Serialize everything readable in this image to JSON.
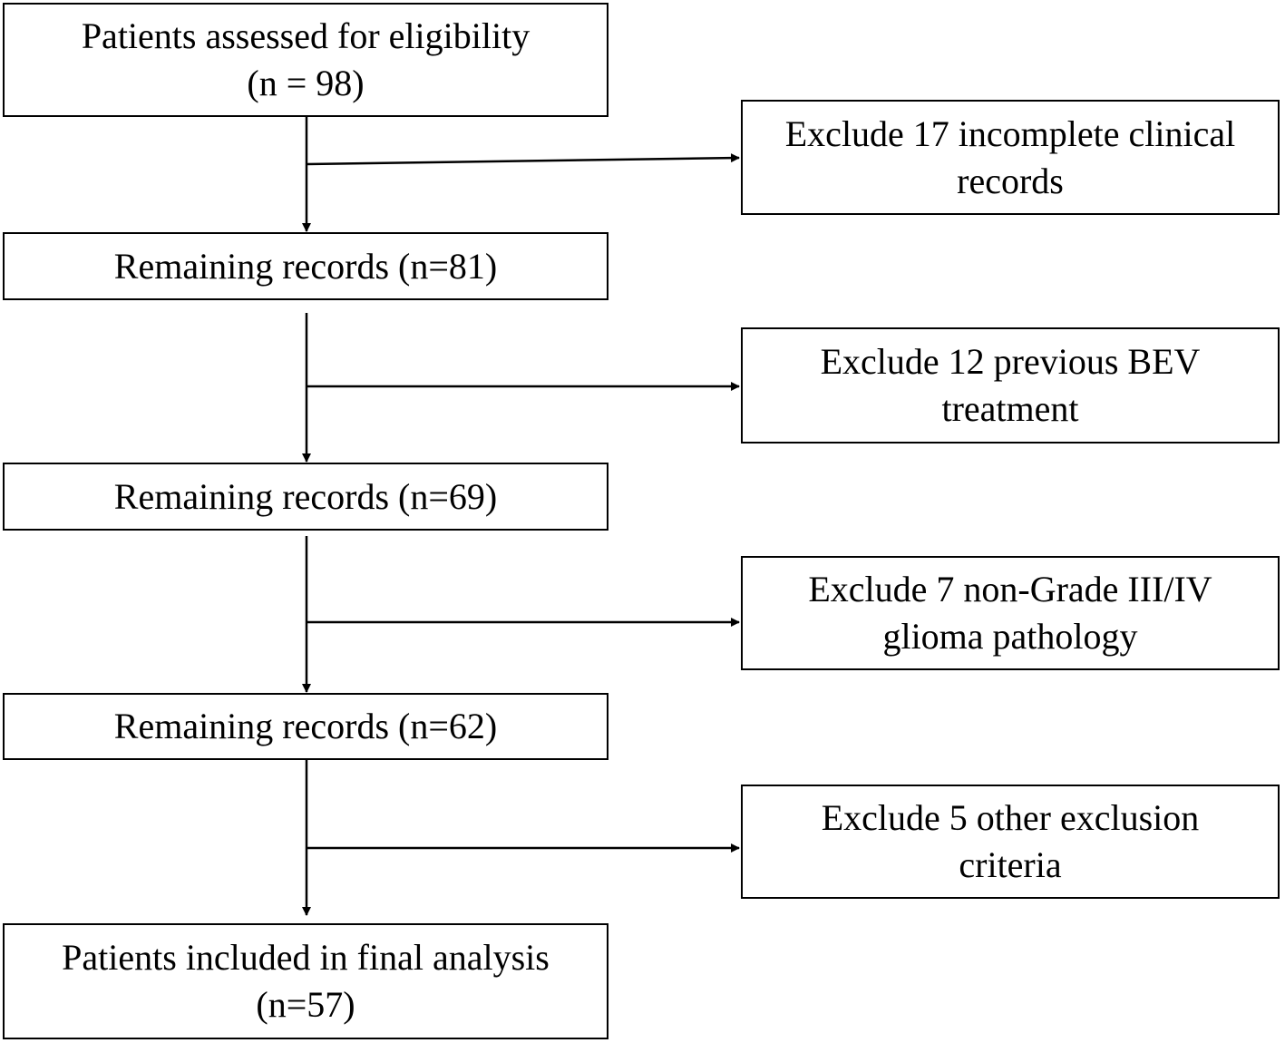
{
  "flowchart": {
    "main_steps": [
      {
        "line1": "Patients assessed for eligibility",
        "line2": "(n = 98)"
      },
      {
        "line1": "Remaining records (n=81)"
      },
      {
        "line1": "Remaining records (n=69)"
      },
      {
        "line1": "Remaining records (n=62)"
      },
      {
        "line1": "Patients included in final analysis",
        "line2": "(n=57)"
      }
    ],
    "exclusions": [
      {
        "line1": "Exclude 17 incomplete clinical",
        "line2": "records"
      },
      {
        "line1": "Exclude 12 previous BEV",
        "line2": "treatment"
      },
      {
        "line1": "Exclude 7 non-Grade III/IV",
        "line2": "glioma pathology"
      },
      {
        "line1": "Exclude 5 other exclusion",
        "line2": "criteria"
      }
    ]
  }
}
